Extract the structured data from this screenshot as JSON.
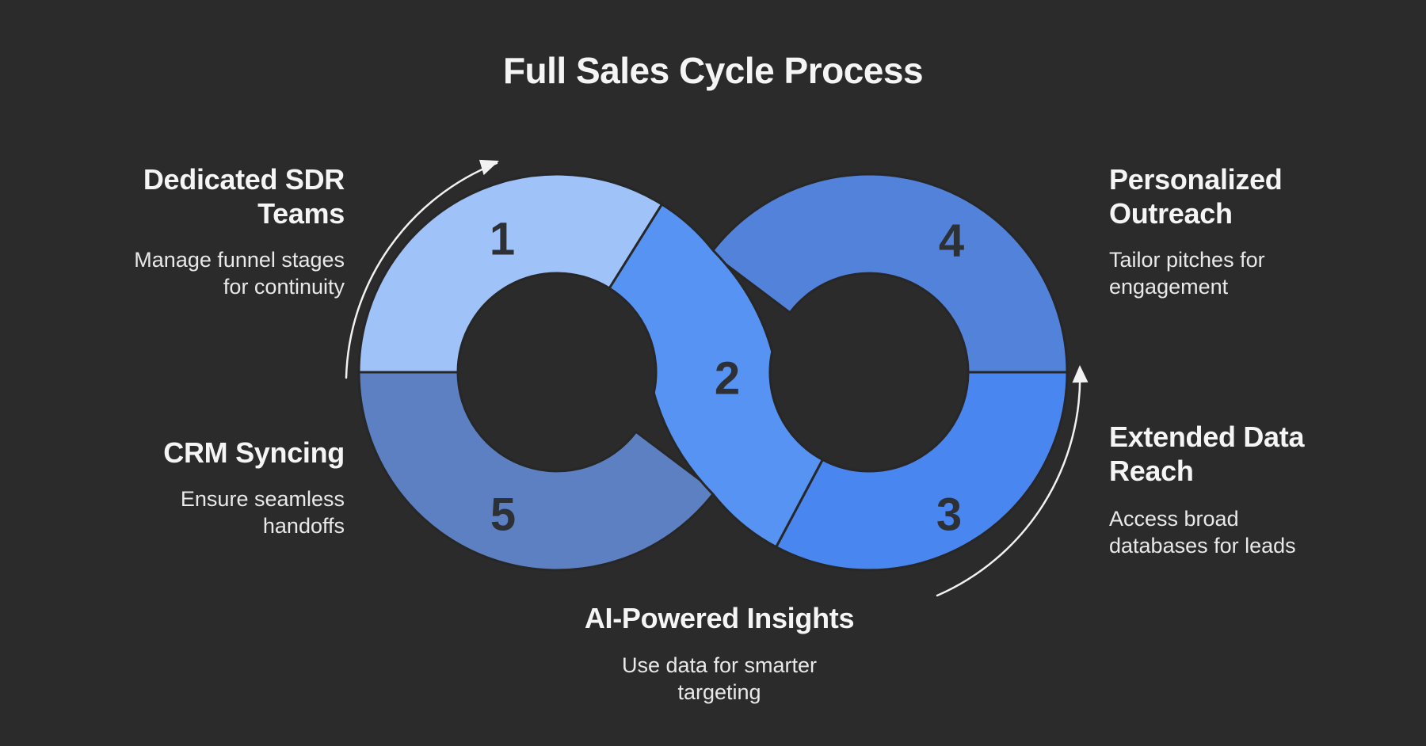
{
  "title": "Full Sales Cycle Process",
  "colors": {
    "background": "#2b2b2b",
    "segment_outline": "#272727",
    "arrow": "#f2f2f2",
    "number_text": "#2d3136",
    "heading_text": "#f5f5f5",
    "body_text": "#e9e9e9"
  },
  "diagram": {
    "type": "infinity-loop-process",
    "segments": {
      "s1": {
        "number": "1",
        "color": "#9fc2f9"
      },
      "s2": {
        "number": "2",
        "color": "#5793f3"
      },
      "s3": {
        "number": "3",
        "color": "#4a86ef"
      },
      "s4": {
        "number": "4",
        "color": "#5282da"
      },
      "s5": {
        "number": "5",
        "color": "#5c80c1"
      }
    }
  },
  "labels": {
    "top_left": {
      "heading": "Dedicated SDR Teams",
      "body": "Manage funnel stages for continuity"
    },
    "left": {
      "heading": "CRM Syncing",
      "body": "Ensure seamless handoffs"
    },
    "top_right": {
      "heading": "Personalized Outreach",
      "body": "Tailor pitches for engagement"
    },
    "right": {
      "heading": "Extended Data Reach",
      "body": "Access broad databases for leads"
    },
    "bottom": {
      "heading": "AI-Powered Insights",
      "body": "Use data for smarter targeting"
    }
  }
}
